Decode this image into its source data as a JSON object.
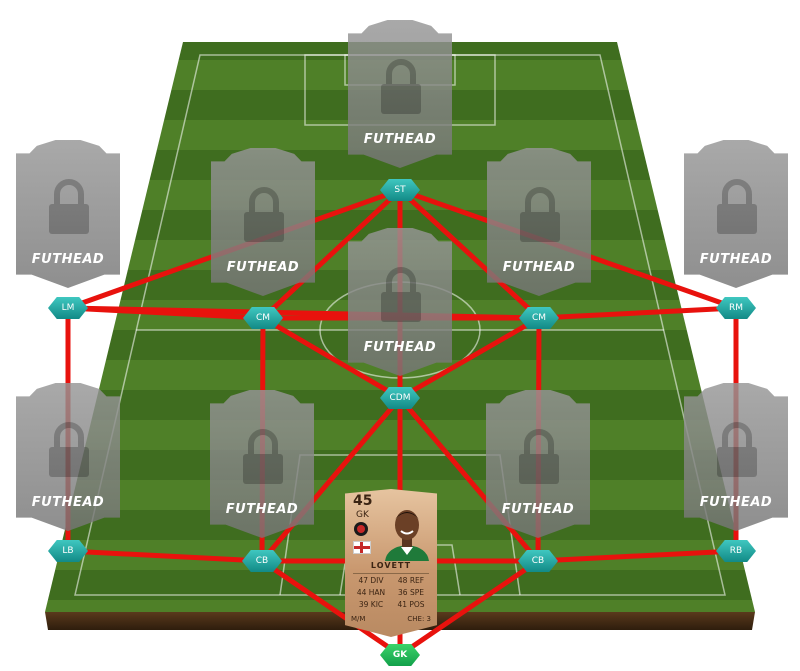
{
  "brand_text": "FUTHEAD",
  "colors": {
    "link_line": "#e8120d",
    "position_badge": "#2aaea8",
    "gk_badge": "#1eb854",
    "pitch_dark": "#3c6a20",
    "pitch_light": "#5c8f32"
  },
  "slots": [
    {
      "id": "st",
      "label": "ST",
      "state": "locked"
    },
    {
      "id": "lm",
      "label": "LM",
      "state": "locked"
    },
    {
      "id": "cm1",
      "label": "CM",
      "state": "locked"
    },
    {
      "id": "cm2",
      "label": "CM",
      "state": "locked"
    },
    {
      "id": "rm",
      "label": "RM",
      "state": "locked"
    },
    {
      "id": "cdm",
      "label": "CDM",
      "state": "locked"
    },
    {
      "id": "lb",
      "label": "LB",
      "state": "locked"
    },
    {
      "id": "cb1",
      "label": "CB",
      "state": "locked"
    },
    {
      "id": "cb2",
      "label": "CB",
      "state": "locked"
    },
    {
      "id": "rb",
      "label": "RB",
      "state": "locked"
    },
    {
      "id": "gk",
      "label": "GK",
      "state": "filled"
    }
  ],
  "links": [
    [
      "st",
      "cm1"
    ],
    [
      "st",
      "cm2"
    ],
    [
      "st",
      "lm"
    ],
    [
      "st",
      "rm"
    ],
    [
      "st",
      "cdm"
    ],
    [
      "lm",
      "cm1"
    ],
    [
      "lm",
      "lb"
    ],
    [
      "lm",
      "cm2"
    ],
    [
      "cm1",
      "cm2"
    ],
    [
      "cm1",
      "cdm"
    ],
    [
      "cm1",
      "cb1"
    ],
    [
      "cm2",
      "cdm"
    ],
    [
      "cm2",
      "rm"
    ],
    [
      "cm2",
      "cb2"
    ],
    [
      "rm",
      "rb"
    ],
    [
      "cdm",
      "cb1"
    ],
    [
      "cdm",
      "cb2"
    ],
    [
      "cdm",
      "gk"
    ],
    [
      "lb",
      "cb1"
    ],
    [
      "cb1",
      "cb2"
    ],
    [
      "cb2",
      "rb"
    ],
    [
      "cb1",
      "gk"
    ],
    [
      "cb2",
      "gk"
    ]
  ],
  "player": {
    "rating": "45",
    "position": "GK",
    "name": "LOVETT",
    "stats": [
      [
        "47 DIV",
        "48 REF"
      ],
      [
        "44 HAN",
        "36 SPE"
      ],
      [
        "39 KIC",
        "41 POS"
      ]
    ],
    "work_rate": "M/M",
    "chemistry": "CHE: 3",
    "nation": "England",
    "club_icon": "club-crest-icon"
  }
}
